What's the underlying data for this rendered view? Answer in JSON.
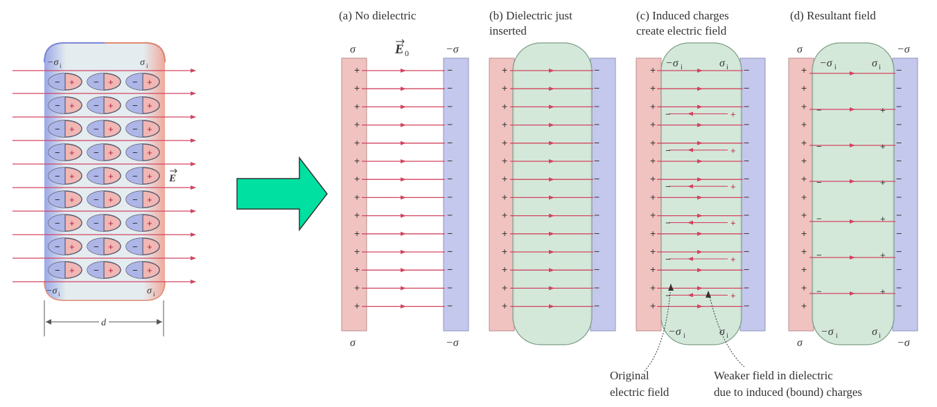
{
  "left_figure": {
    "sigma_top_left": "−σ",
    "sigma_top_right": "σ",
    "sigma_bottom_left": "−σ",
    "sigma_bottom_right": "σ",
    "sigma_subscript": "i",
    "field_label": "E",
    "width_label": "d",
    "dipole_neg": "−",
    "dipole_pos": "+"
  },
  "arrow_color": "#00e0a0",
  "colors": {
    "field_line": "#d2435f",
    "positive_plate": "#f0c2c0",
    "negative_plate": "#c4c8ec",
    "dielectric": "#cfe6d6"
  },
  "panels": {
    "a": {
      "title_line1": "(a) No dielectric",
      "title_line2": "",
      "sigma_left": "σ",
      "sigma_right": "−σ",
      "field_label": "E",
      "field_sub": "0"
    },
    "b": {
      "title_line1": "(b) Dielectric just",
      "title_line2": "inserted"
    },
    "c": {
      "title_line1": "(c) Induced charges",
      "title_line2": "create electric field",
      "sigma_top_left": "−σ",
      "sigma_top_right": "σ",
      "sigma_bottom_left": "−σ",
      "sigma_bottom_right": "σ",
      "sub": "i"
    },
    "d": {
      "title_line1": "(d) Resultant field",
      "title_line2": "",
      "sigma_left": "σ",
      "sigma_right": "−σ",
      "sigma_top_left": "−σ",
      "sigma_top_right": "σ",
      "sigma_bottom_left": "−σ",
      "sigma_bottom_right": "σ",
      "sub": "i",
      "sigma_bottom_plate_left": "σ",
      "sigma_bottom_plate_right": "−σ"
    }
  },
  "annotations": {
    "original_line1": "Original",
    "original_line2": "electric field",
    "weaker_line1": "Weaker field in dielectric",
    "weaker_line2": "due to induced (bound) charges"
  },
  "plate_signs": {
    "plus": "+",
    "minus": "−"
  }
}
